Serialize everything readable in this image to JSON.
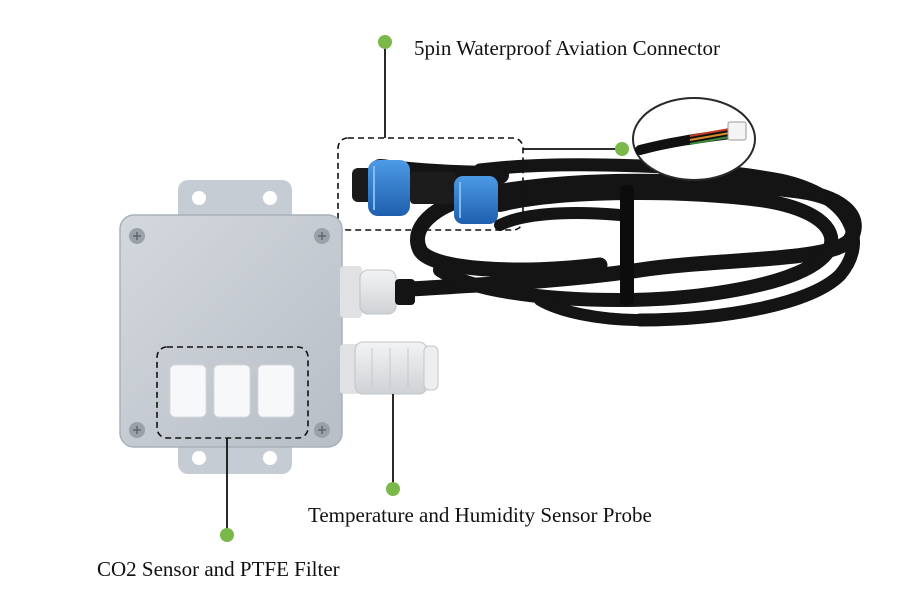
{
  "callouts": {
    "connector": "5pin Waterproof Aviation Connector",
    "probe": "Temperature and Humidity Sensor Probe",
    "co2": "CO2 Sensor and PTFE Filter"
  },
  "colors": {
    "dot": "#7ab84a",
    "enclosure": "#c9ced5",
    "connector_blue": "#2f7fd6",
    "cable": "#141414",
    "background": "#ffffff"
  }
}
